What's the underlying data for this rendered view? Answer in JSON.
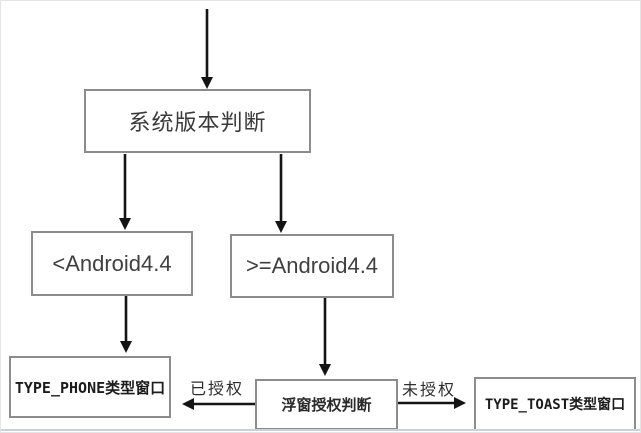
{
  "diagram": {
    "title": "floating-window type decision flowchart",
    "nodes": {
      "system_version": {
        "label": "系统版本判断"
      },
      "lt_android44": {
        "label": "<Android4.4"
      },
      "gte_android44": {
        "label": ">=Android4.4"
      },
      "type_phone": {
        "label": "TYPE_PHONE类型窗口"
      },
      "float_permission": {
        "label": "浮窗授权判断"
      },
      "type_toast": {
        "label": "TYPE_TOAST类型窗口"
      }
    },
    "edge_labels": {
      "authorized": "已授权",
      "unauthorized": "未授权"
    },
    "edges": [
      {
        "from": "start",
        "to": "system_version",
        "label": ""
      },
      {
        "from": "system_version",
        "to": "lt_android44",
        "label": ""
      },
      {
        "from": "system_version",
        "to": "gte_android44",
        "label": ""
      },
      {
        "from": "lt_android44",
        "to": "type_phone",
        "label": ""
      },
      {
        "from": "gte_android44",
        "to": "float_permission",
        "label": ""
      },
      {
        "from": "float_permission",
        "to": "type_phone",
        "label": "已授权"
      },
      {
        "from": "float_permission",
        "to": "type_toast",
        "label": "未授权"
      }
    ],
    "colors": {
      "background": "#ffffff",
      "box_border": "#8c8c8c",
      "arrow": "#141414",
      "text": "#3a3a3a",
      "outer_border": "#e4e4e4",
      "bottom_rule": "#ccd1d9"
    }
  }
}
